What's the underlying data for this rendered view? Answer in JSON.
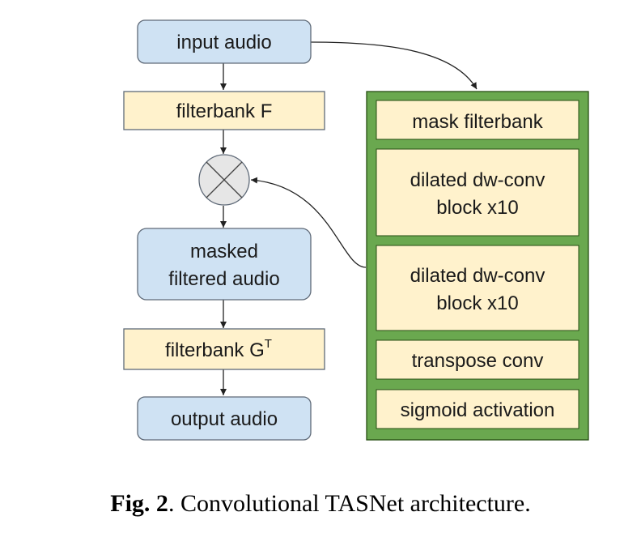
{
  "diagram": {
    "input_audio": "input audio",
    "filterbank_f": "filterbank F",
    "masked_line1": "masked",
    "masked_line2": "filtered audio",
    "filterbank_g": "filterbank G",
    "filterbank_g_sup": "T",
    "output_audio": "output audio",
    "mask_filterbank": "mask filterbank",
    "dwconv1_line1": "dilated dw-conv",
    "dwconv1_line2": "block x10",
    "dwconv2_line1": "dilated dw-conv",
    "dwconv2_line2": "block x10",
    "transpose_conv": "transpose conv",
    "sigmoid": "sigmoid activation"
  },
  "caption": {
    "label": "Fig. 2",
    "text": ". Convolutional TASNet architecture."
  },
  "colors": {
    "blue_fill": "#cfe2f3",
    "blue_stroke": "#5f6a78",
    "yellow_fill": "#fff2cc",
    "green_fill": "#6aa84f",
    "green_stroke": "#274e13",
    "multiply_fill": "#e6e6e6"
  }
}
